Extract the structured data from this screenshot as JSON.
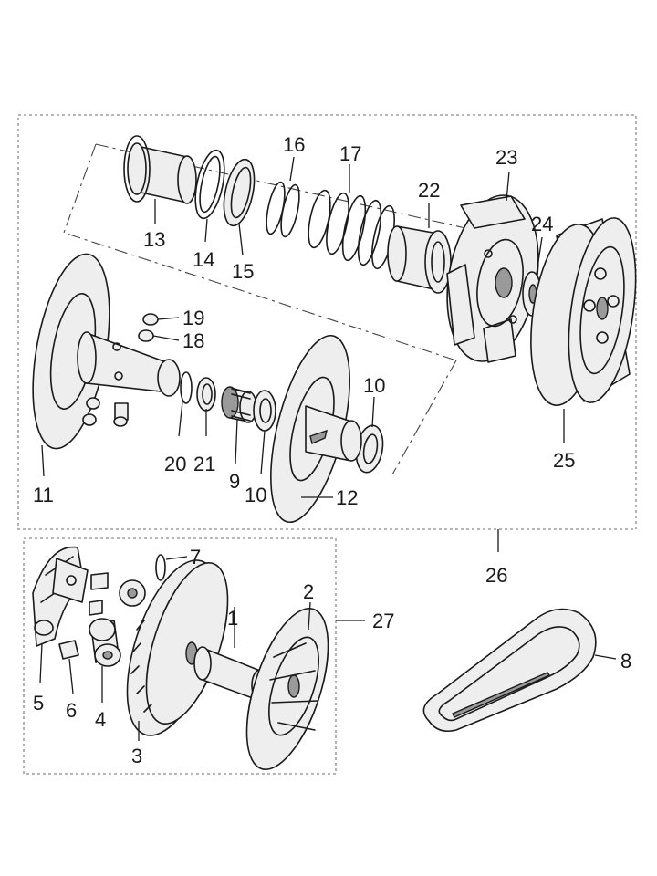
{
  "callouts": {
    "p1": "1",
    "p2": "2",
    "p3": "3",
    "p4": "4",
    "p5": "5",
    "p6": "6",
    "p7": "7",
    "p8": "8",
    "p9": "9",
    "p10a": "10",
    "p10b": "10",
    "p11": "11",
    "p12": "12",
    "p13": "13",
    "p14": "14",
    "p15": "15",
    "p16": "16",
    "p17": "17",
    "p18": "18",
    "p19": "19",
    "p20": "20",
    "p21": "21",
    "p22": "22",
    "p23": "23",
    "p24": "24",
    "p25": "25",
    "p26": "26",
    "p27": "27"
  }
}
